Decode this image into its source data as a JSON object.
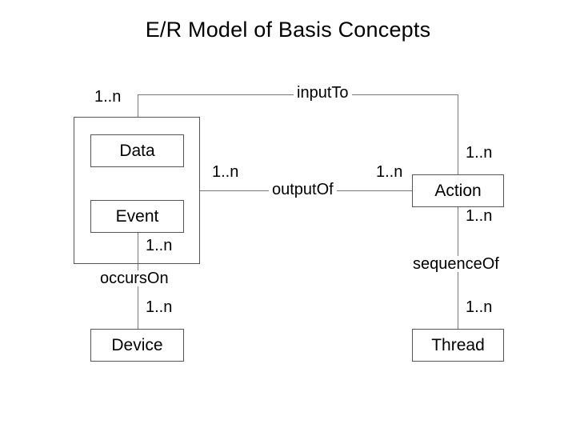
{
  "diagram": {
    "title": "E/R Model of Basis Concepts",
    "entities": [
      {
        "id": "data",
        "label": "Data"
      },
      {
        "id": "event",
        "label": "Event"
      },
      {
        "id": "action",
        "label": "Action"
      },
      {
        "id": "device",
        "label": "Device"
      },
      {
        "id": "thread",
        "label": "Thread"
      }
    ],
    "relationships": [
      {
        "id": "input-to",
        "label": "inputTo"
      },
      {
        "id": "output-of",
        "label": "outputOf"
      },
      {
        "id": "occurs-on",
        "label": "occursOn"
      },
      {
        "id": "sequence-of",
        "label": "sequenceOf"
      }
    ],
    "cardinalities": {
      "input_to_left": "1..n",
      "input_to_right": "1..n",
      "output_of_left": "1..n",
      "output_of_right": "1..n",
      "occurs_on_top": "1..n",
      "occurs_on_bottom": "1..n",
      "sequence_of_top": "1..n",
      "sequence_of_bottom": "1..n"
    },
    "colors": {
      "background": "#ffffff",
      "text": "#000000",
      "box_border": "#555555",
      "connector": "#777777"
    }
  }
}
